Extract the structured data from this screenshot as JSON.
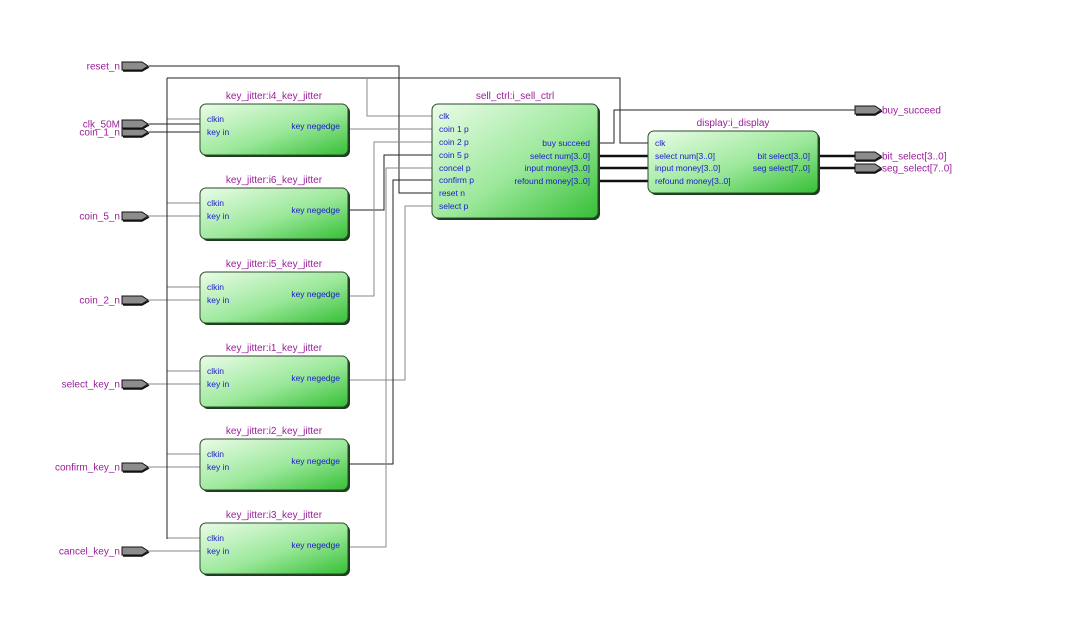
{
  "diagram": {
    "type": "rtl-schematic",
    "colors": {
      "block_fill_start": "#e8fbe6",
      "block_fill_end": "#3fc43f",
      "block_border": "#1e3c1e",
      "instance_label": "#9a1e9a",
      "port_label": "#1a1acc",
      "pin_fill": "#8c8c8c"
    },
    "input_pins": [
      {
        "id": "reset_n",
        "label": "reset_n"
      },
      {
        "id": "clk_50M",
        "label": "clk_50M"
      },
      {
        "id": "coin_1_n",
        "label": "coin_1_n"
      },
      {
        "id": "coin_5_n",
        "label": "coin_5_n"
      },
      {
        "id": "coin_2_n",
        "label": "coin_2_n"
      },
      {
        "id": "select_key_n",
        "label": "select_key_n"
      },
      {
        "id": "confirm_key_n",
        "label": "confirm_key_n"
      },
      {
        "id": "cancel_key_n",
        "label": "cancel_key_n"
      }
    ],
    "output_pins": [
      {
        "id": "buy_succeed",
        "label": "buy_succeed"
      },
      {
        "id": "bit_select",
        "label": "bit_select[3..0]"
      },
      {
        "id": "seg_select",
        "label": "seg_select[7..0]"
      }
    ],
    "key_jitters": [
      {
        "id": "i4",
        "title": "key_jitter:i4_key_jitter",
        "in_ports": [
          "clkin",
          "key_in"
        ],
        "out_port": "key_negedge",
        "key_input": "coin_1_n",
        "drives": "coin_1_p"
      },
      {
        "id": "i6",
        "title": "key_jitter:i6_key_jitter",
        "in_ports": [
          "clkin",
          "key_in"
        ],
        "out_port": "key_negedge",
        "key_input": "coin_5_n",
        "drives": "coin_5_p"
      },
      {
        "id": "i5",
        "title": "key_jitter:i5_key_jitter",
        "in_ports": [
          "clkin",
          "key_in"
        ],
        "out_port": "key_negedge",
        "key_input": "coin_2_n",
        "drives": "coin_2_p"
      },
      {
        "id": "i1",
        "title": "key_jitter:i1_key_jitter",
        "in_ports": [
          "clkin",
          "key_in"
        ],
        "out_port": "key_negedge",
        "key_input": "select_key_n",
        "drives": "select_p"
      },
      {
        "id": "i2",
        "title": "key_jitter:i2_key_jitter",
        "in_ports": [
          "clkin",
          "key_in"
        ],
        "out_port": "key_negedge",
        "key_input": "confirm_key_n",
        "drives": "confirm_p"
      },
      {
        "id": "i3",
        "title": "key_jitter:i3_key_jitter",
        "in_ports": [
          "clkin",
          "key_in"
        ],
        "out_port": "key_negedge",
        "key_input": "cancel_key_n",
        "drives": "concel_p"
      }
    ],
    "sell_ctrl": {
      "title": "sell_ctrl:i_sell_ctrl",
      "in_ports": [
        "clk",
        "coin_1_p",
        "coin_2_p",
        "coin_5_p",
        "concel_p",
        "confirm_p",
        "reset_n",
        "select_p"
      ],
      "out_ports": [
        "buy_succeed",
        "select_num[3..0]",
        "input_money[3..0]",
        "refound_money[3..0]"
      ]
    },
    "display": {
      "title": "display:i_display",
      "in_ports": [
        "clk",
        "select_num[3..0]",
        "input_money[3..0]",
        "refound_money[3..0]"
      ],
      "out_ports": [
        "bit_select[3..0]",
        "seg_select[7..0]"
      ]
    }
  }
}
